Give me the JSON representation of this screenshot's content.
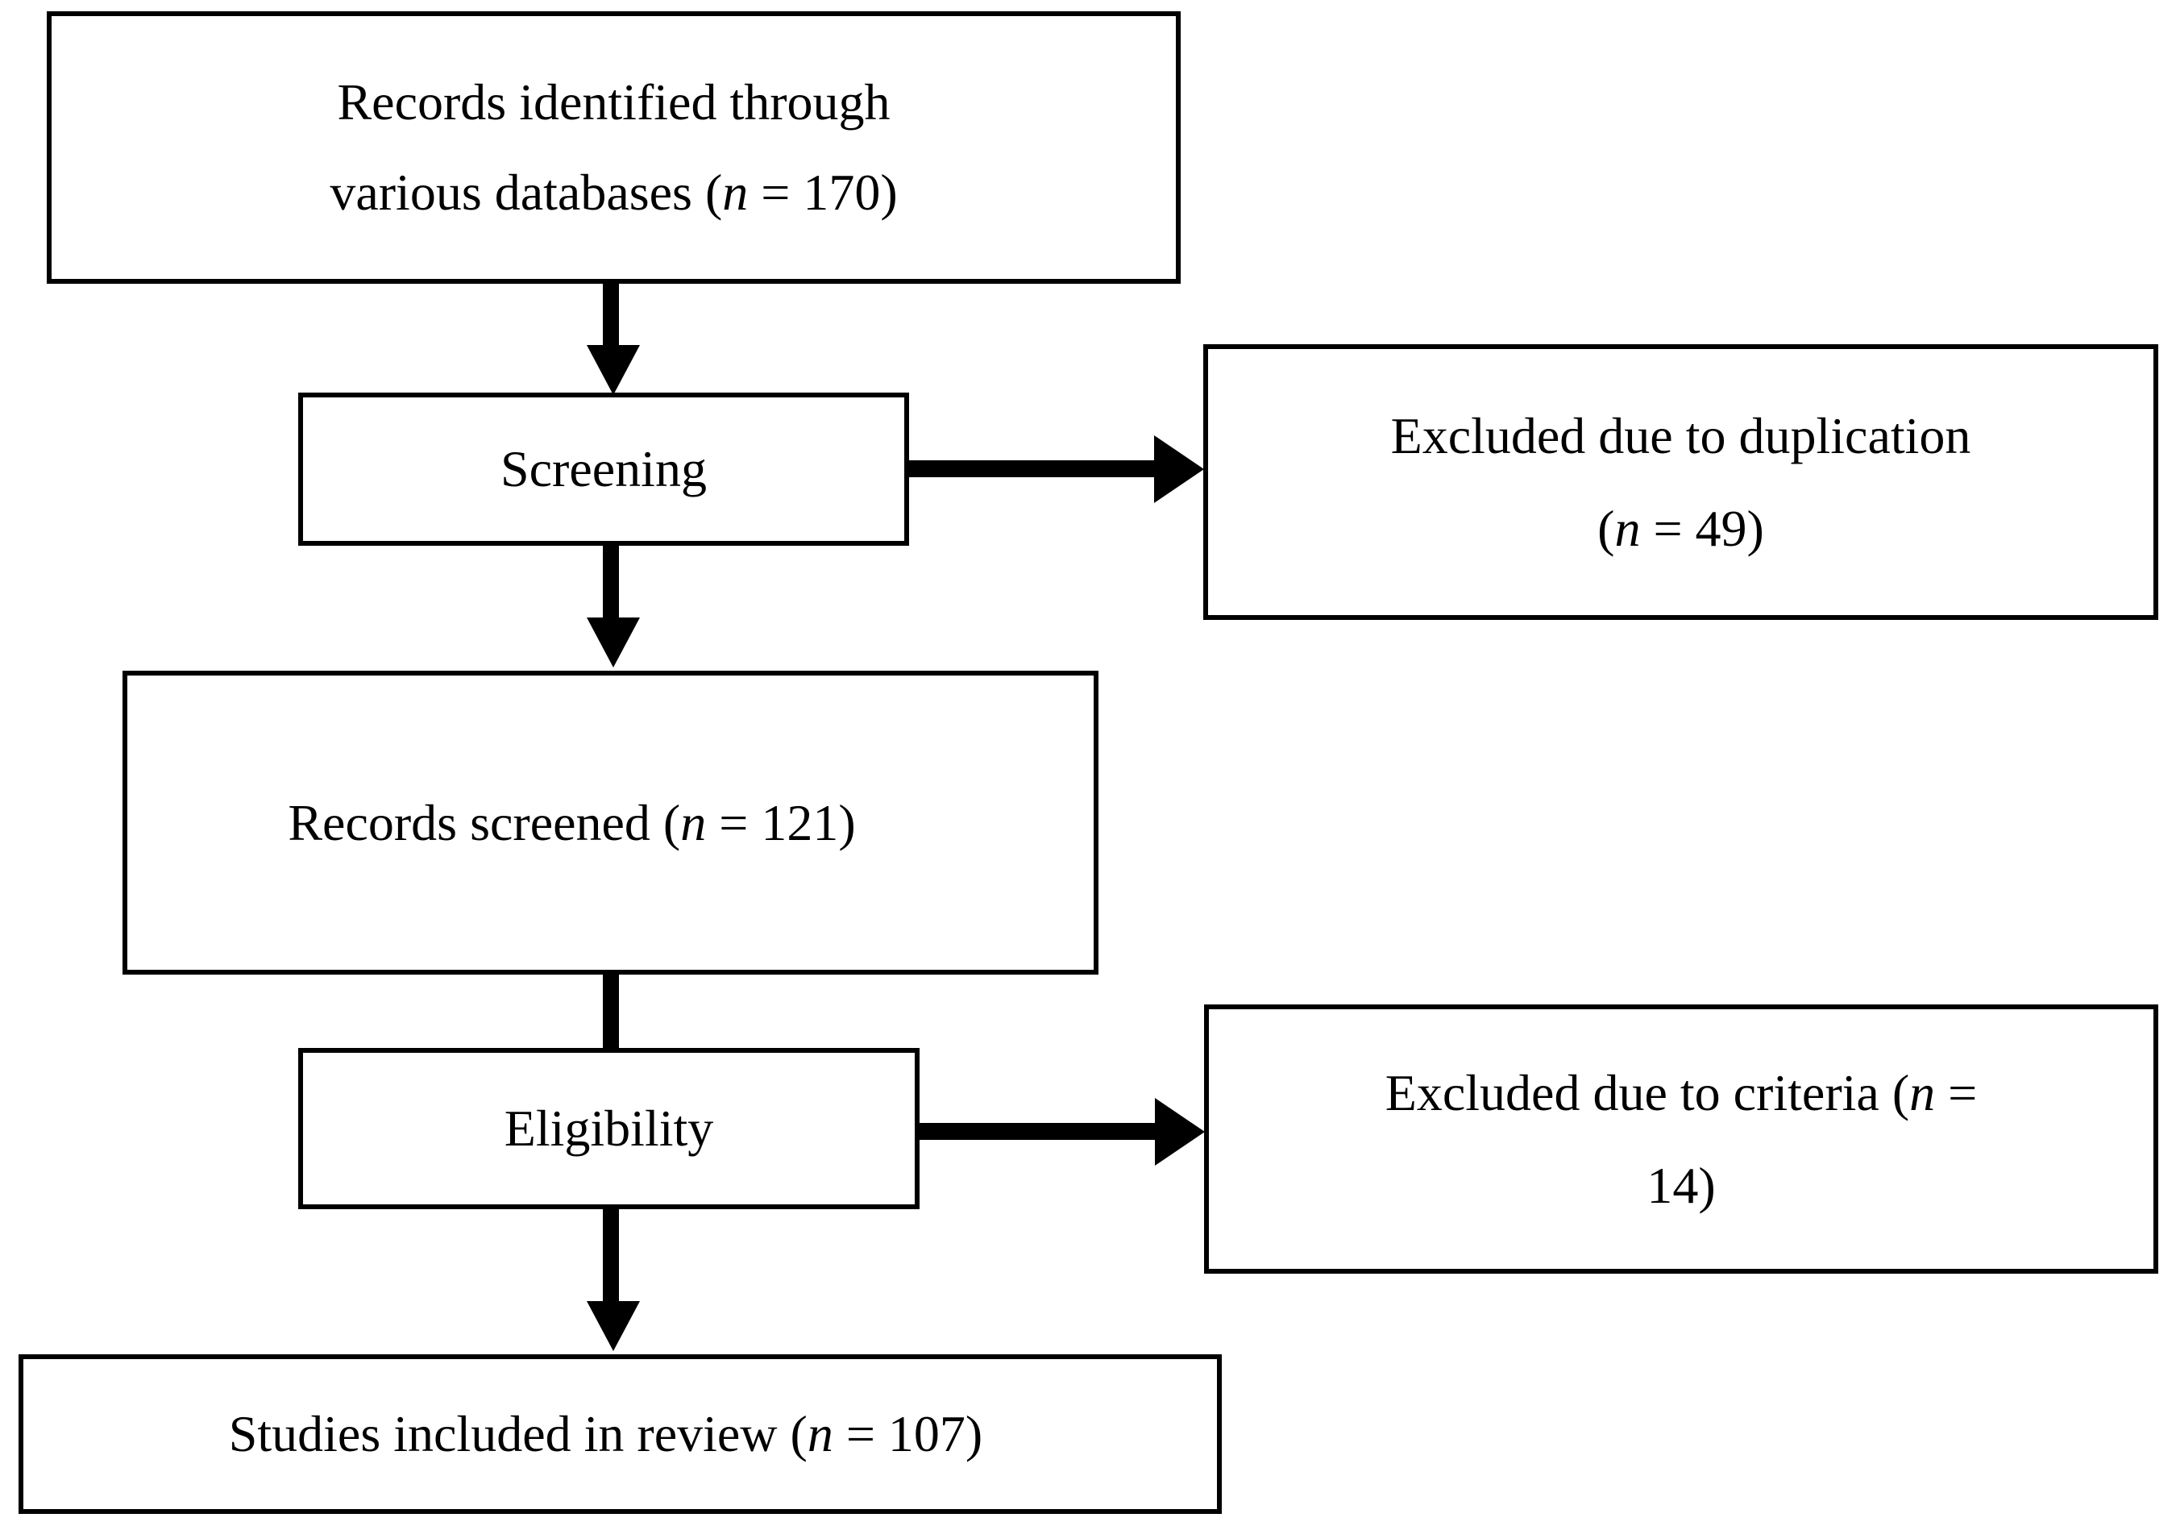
{
  "diagram": {
    "title": "PRISMA study selection flow diagram",
    "type": "flowchart",
    "colors": {
      "stroke": "#000000",
      "fill": "#ffffff",
      "text": "#000000"
    },
    "nodes": [
      {
        "id": "identified",
        "label": "Records identified through\nvarious databases (n = 170)",
        "line1": "Records identified through",
        "line2_prefix": "various databases (",
        "line2_italic": "n",
        "line2_suffix": " = 170)",
        "count": 170
      },
      {
        "id": "screening",
        "label": "Screening",
        "count": null
      },
      {
        "id": "duplication",
        "label": "Excluded due to duplication\n(n = 49)",
        "line1": "Excluded due to duplication",
        "line2_prefix": "(",
        "line2_italic": "n",
        "line2_suffix": " = 49)",
        "count": 49
      },
      {
        "id": "screened",
        "label": "Records screened (n = 121)",
        "line1_prefix": "Records screened (",
        "line1_italic": "n",
        "line1_suffix": " = 121)",
        "count": 121
      },
      {
        "id": "eligibility",
        "label": "Eligibility",
        "count": null
      },
      {
        "id": "criteria",
        "label": "Excluded due to criteria (n = 14)",
        "line1_prefix": "Excluded due to criteria (",
        "line1_italic": "n",
        "line1_suffix": " =",
        "line2": "14)",
        "count": 14
      },
      {
        "id": "included",
        "label": "Studies included in review (n = 107)",
        "line1_prefix": "Studies included in review (",
        "line1_italic": "n",
        "line1_suffix": " = 107)",
        "count": 107
      }
    ],
    "edges": [
      {
        "from": "identified",
        "to": "screening",
        "direction": "down"
      },
      {
        "from": "screening",
        "to": "screened",
        "direction": "down"
      },
      {
        "from": "screening",
        "to": "duplication",
        "direction": "right"
      },
      {
        "from": "screened",
        "to": "eligibility",
        "direction": "down"
      },
      {
        "from": "eligibility",
        "to": "included",
        "direction": "down"
      },
      {
        "from": "eligibility",
        "to": "criteria",
        "direction": "right"
      }
    ]
  }
}
